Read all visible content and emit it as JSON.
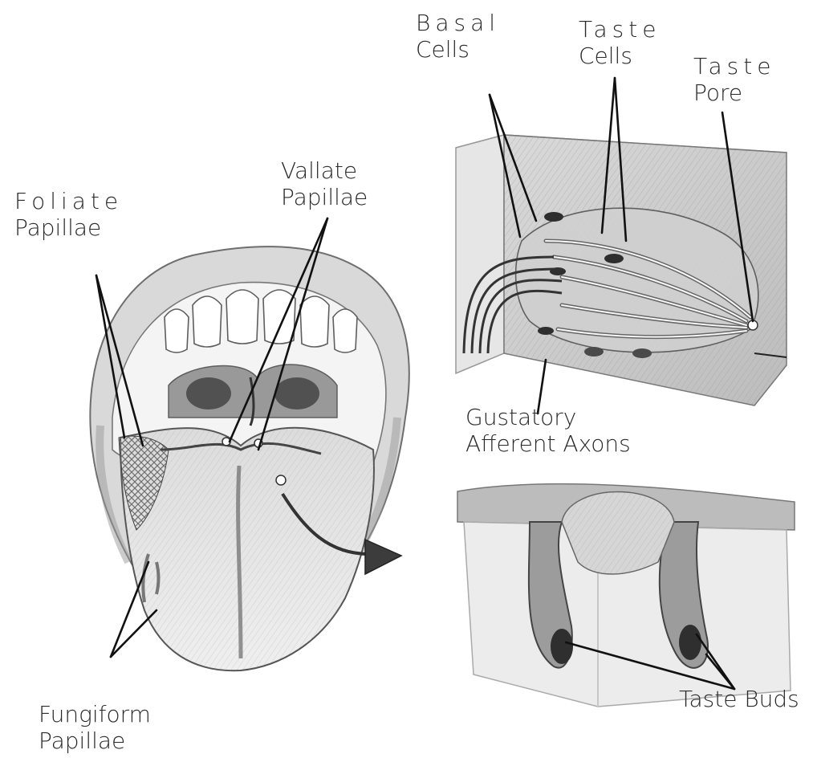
{
  "labels": {
    "foliate": {
      "line1": "Foliate",
      "line2": "Papillae"
    },
    "vallate": {
      "line1": "Vallate",
      "line2": "Papillae"
    },
    "fungiform": {
      "line1": "Fungiform",
      "line2": "Papillae"
    },
    "basal": {
      "line1": "Basal",
      "line2": "Cells"
    },
    "taste_cells": {
      "line1": "Taste",
      "line2": "Cells"
    },
    "taste_pore": {
      "line1": "Taste",
      "line2": "Pore"
    },
    "gustatory": {
      "line1": "Gustatory",
      "line2": "Afferent Axons"
    },
    "taste_buds": {
      "line1": "Taste Buds"
    }
  },
  "colors": {
    "ink": "#2a2a2a",
    "sketch": "#6e6e6e",
    "shade_light": "#e2e2e2",
    "shade_mid": "#bdbdbd",
    "shade_dark": "#5a5a5a",
    "background": "#ffffff"
  }
}
